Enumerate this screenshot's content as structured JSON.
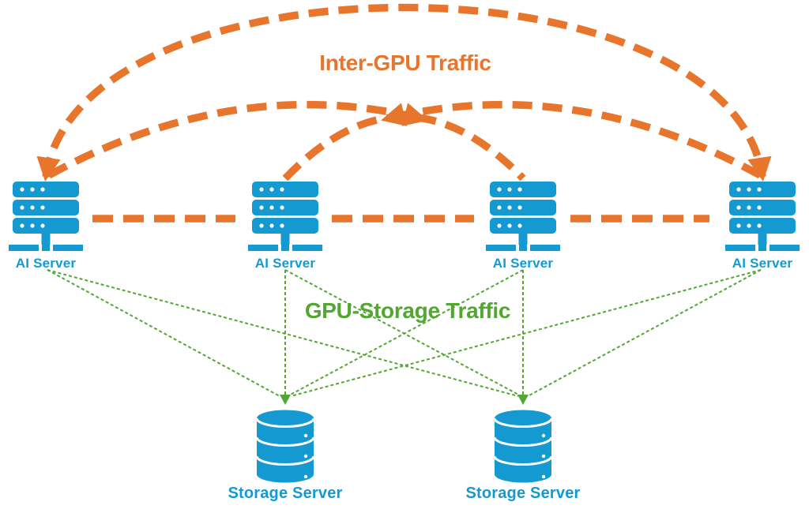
{
  "diagram": {
    "title_inter_gpu": "Inter-GPU Traffic",
    "title_gpu_storage": "GPU-Storage Traffic",
    "ai_servers": [
      {
        "label": "AI Server"
      },
      {
        "label": "AI Server"
      },
      {
        "label": "AI Server"
      },
      {
        "label": "AI Server"
      }
    ],
    "storage_servers": [
      {
        "label": "Storage Server"
      },
      {
        "label": "Storage Server"
      }
    ],
    "colors": {
      "orange": "#E8752C",
      "green": "#52A733",
      "blue": "#1499D1"
    }
  }
}
